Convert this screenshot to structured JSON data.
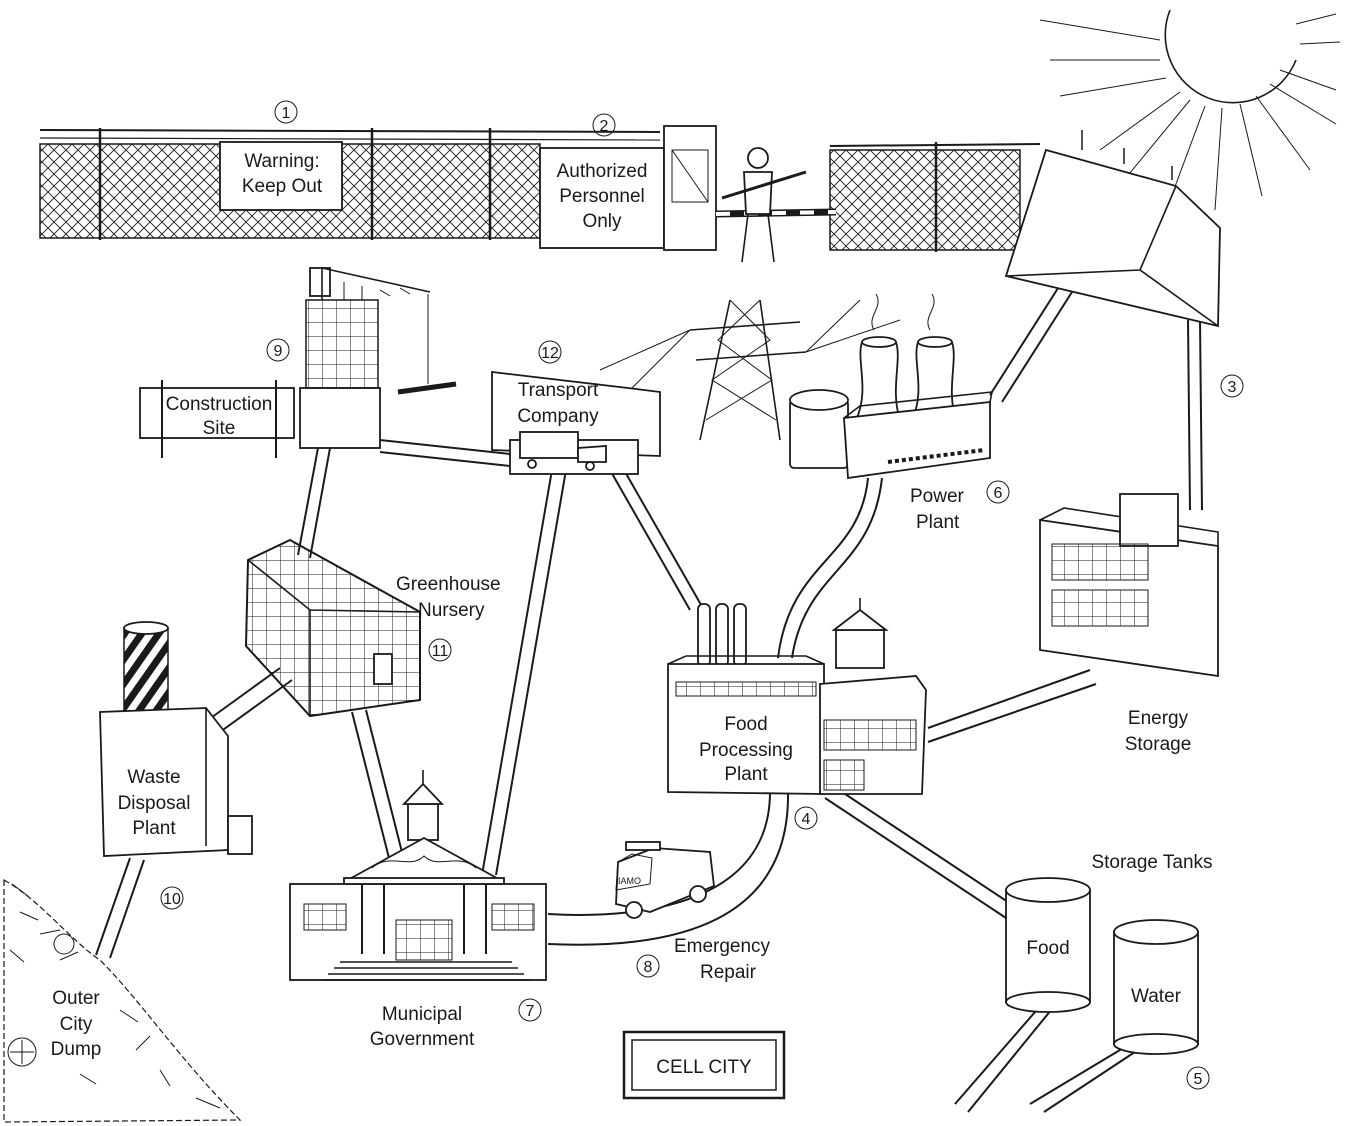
{
  "title": "CELL CITY",
  "structures": [
    {
      "id": "1",
      "label_lines": [
        "Warning:",
        "Keep Out"
      ]
    },
    {
      "id": "2",
      "label_lines": [
        "Authorized",
        "Personnel",
        "Only"
      ]
    },
    {
      "id": "3",
      "label_lines": []
    },
    {
      "id": "4",
      "label_lines": [
        "Food",
        "Processing",
        "Plant"
      ]
    },
    {
      "id": "5",
      "label_lines": [
        "Storage Tanks"
      ]
    },
    {
      "id": "6",
      "label_lines": [
        "Power",
        "Plant"
      ]
    },
    {
      "id": "7",
      "label_lines": [
        "Municipal",
        "Government"
      ]
    },
    {
      "id": "8",
      "label_lines": [
        "Emergency",
        "Repair"
      ]
    },
    {
      "id": "9",
      "label_lines": [
        "Construction",
        "Site"
      ]
    },
    {
      "id": "10",
      "label_lines": [
        "Waste",
        "Disposal",
        "Plant"
      ]
    },
    {
      "id": "11",
      "label_lines": [
        "Greenhouse",
        "Nursery"
      ]
    },
    {
      "id": "12",
      "label_lines": [
        "Transport",
        "Company"
      ]
    }
  ],
  "extra_labels": {
    "energy_storage": [
      "Energy",
      "Storage"
    ],
    "tank_food": "Food",
    "tank_water": "Water",
    "outer_dump": [
      "Outer",
      "City",
      "Dump"
    ]
  },
  "truck_text": "IAMO"
}
